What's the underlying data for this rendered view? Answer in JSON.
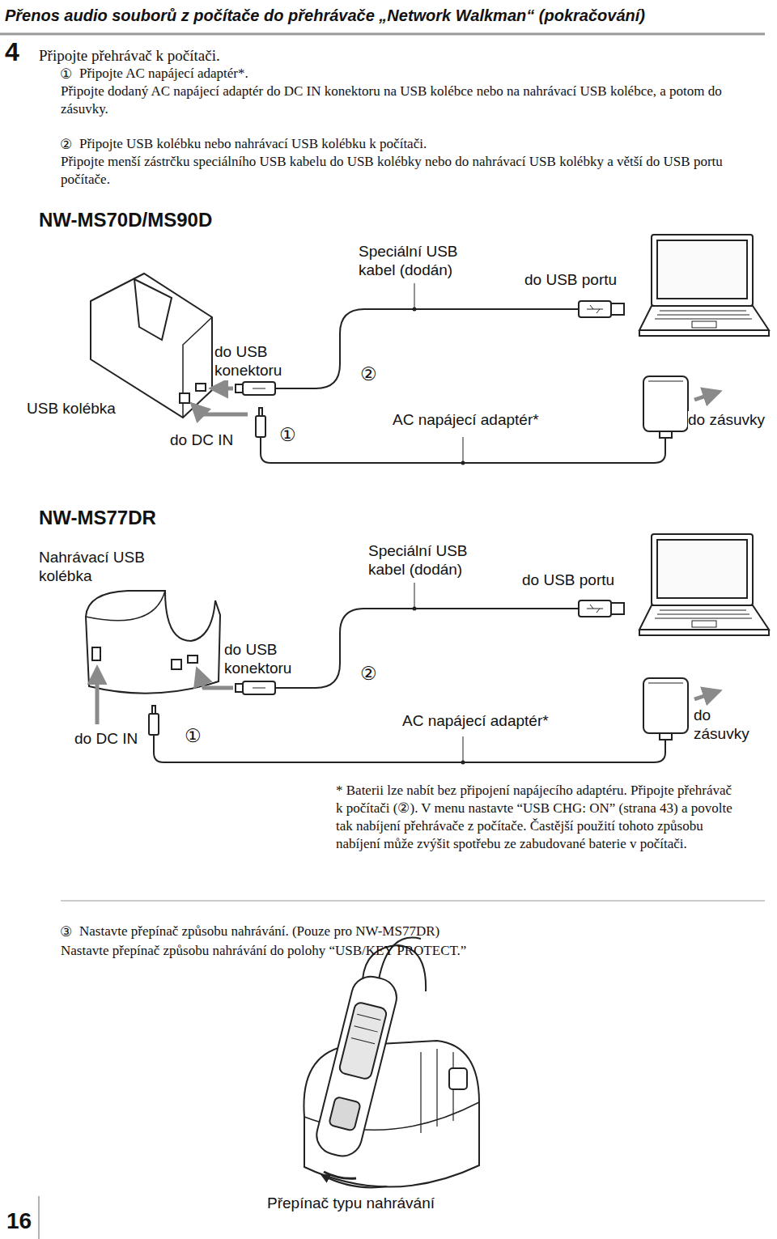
{
  "diagram": {
    "title": "Přenos audio souborů z počítače do přehrávače „Network Walkman“ (pokračování)",
    "labels": [
      "4",
      "Připojte přehrávač k počítači.",
      "①",
      "Připojte AC napájecí adaptér*.",
      "Připojte dodaný AC napájecí adaptér do DC IN konektoru na USB kolébce nebo na nahrávací USB kolébce, a potom do zásuvky.",
      "②",
      "Připojte USB kolébku nebo nahrávací USB kolébku k počítači.",
      "Připojte menší zástrčku speciálního USB kabelu do USB kolébky nebo do nahrávací USB kolébky a větší do USB portu počítače.",
      "NW-MS70D/MS90D",
      "Speciální USB kabel (dodán)",
      "do USB portu",
      "do USB konektoru",
      "②",
      "USB kolébka",
      "do DC IN",
      "①",
      "AC napájecí adaptér*",
      "do zásuvky",
      "NW-MS77DR",
      "Nahrávací USB kolébka",
      "Speciální USB kabel (dodán)",
      "do USB portu",
      "do USB konektoru",
      "②",
      "do DC IN",
      "①",
      "AC napájecí adaptér*",
      "do zásuvky",
      "* Baterii lze nabít bez připojení napájecího adaptéru. Připojte přehrávač k počítači (②). V menu nastavte “USB CHG: ON” (strana 43) a povolte tak nabíjení přehrávače z počítače. Častější použití tohoto způsobu nabíjení může zvýšit spotřebu ze zabudované baterie v počítači.",
      "③",
      "Nastavte přepínač způsobu nahrávání. (Pouze pro NW-MS77DR)",
      "Nastavte přepínač způsobu nahrávání do polohy “USB/KEY PROTECT.”",
      "Přepínač typu nahrávání",
      "16"
    ]
  }
}
